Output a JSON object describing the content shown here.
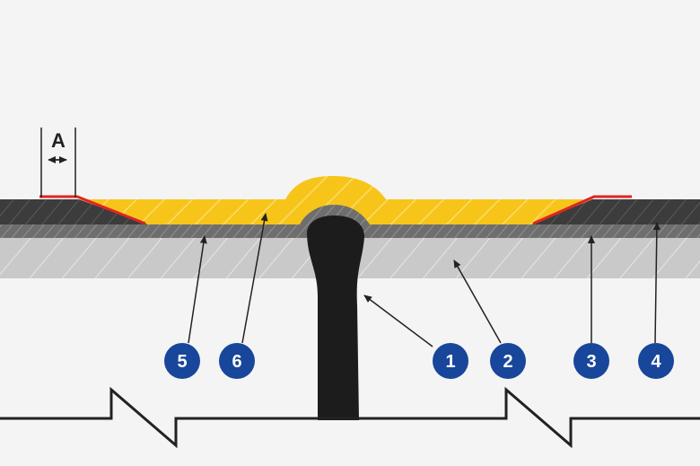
{
  "dimension_label": "A",
  "callouts": [
    {
      "id": "5",
      "label": "5"
    },
    {
      "id": "6",
      "label": "6"
    },
    {
      "id": "1",
      "label": "1"
    },
    {
      "id": "2",
      "label": "2"
    },
    {
      "id": "3",
      "label": "3"
    },
    {
      "id": "4",
      "label": "4"
    }
  ],
  "colors": {
    "background": "#f4f4f4",
    "substrate": "#c8c8c8",
    "primer_band": "#6a6a6a",
    "top_membrane": "#3c3c3c",
    "seal_yellow": "#f7c51a",
    "joint_black": "#1c1c1c",
    "edge_red": "#e02424",
    "callout_blue": "#17469a"
  }
}
